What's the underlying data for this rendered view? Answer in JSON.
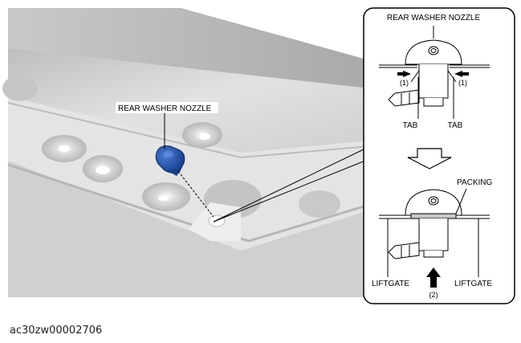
{
  "callout_main": "REAR WASHER NOZZLE",
  "detail_top": {
    "title": "REAR WASHER NOZZLE",
    "step_left": "(1)",
    "step_right": "(1)",
    "tab_left": "TAB",
    "tab_right": "TAB"
  },
  "detail_bottom": {
    "packing": "PACKING",
    "liftgate_left": "LIFTGATE",
    "liftgate_right": "LIFTGATE",
    "step": "(2)"
  },
  "doc_code": "ac30zw00002706",
  "colors": {
    "nozzle": "#1f4fa8",
    "panel": "#dcdcdc",
    "outline": "#000000"
  }
}
